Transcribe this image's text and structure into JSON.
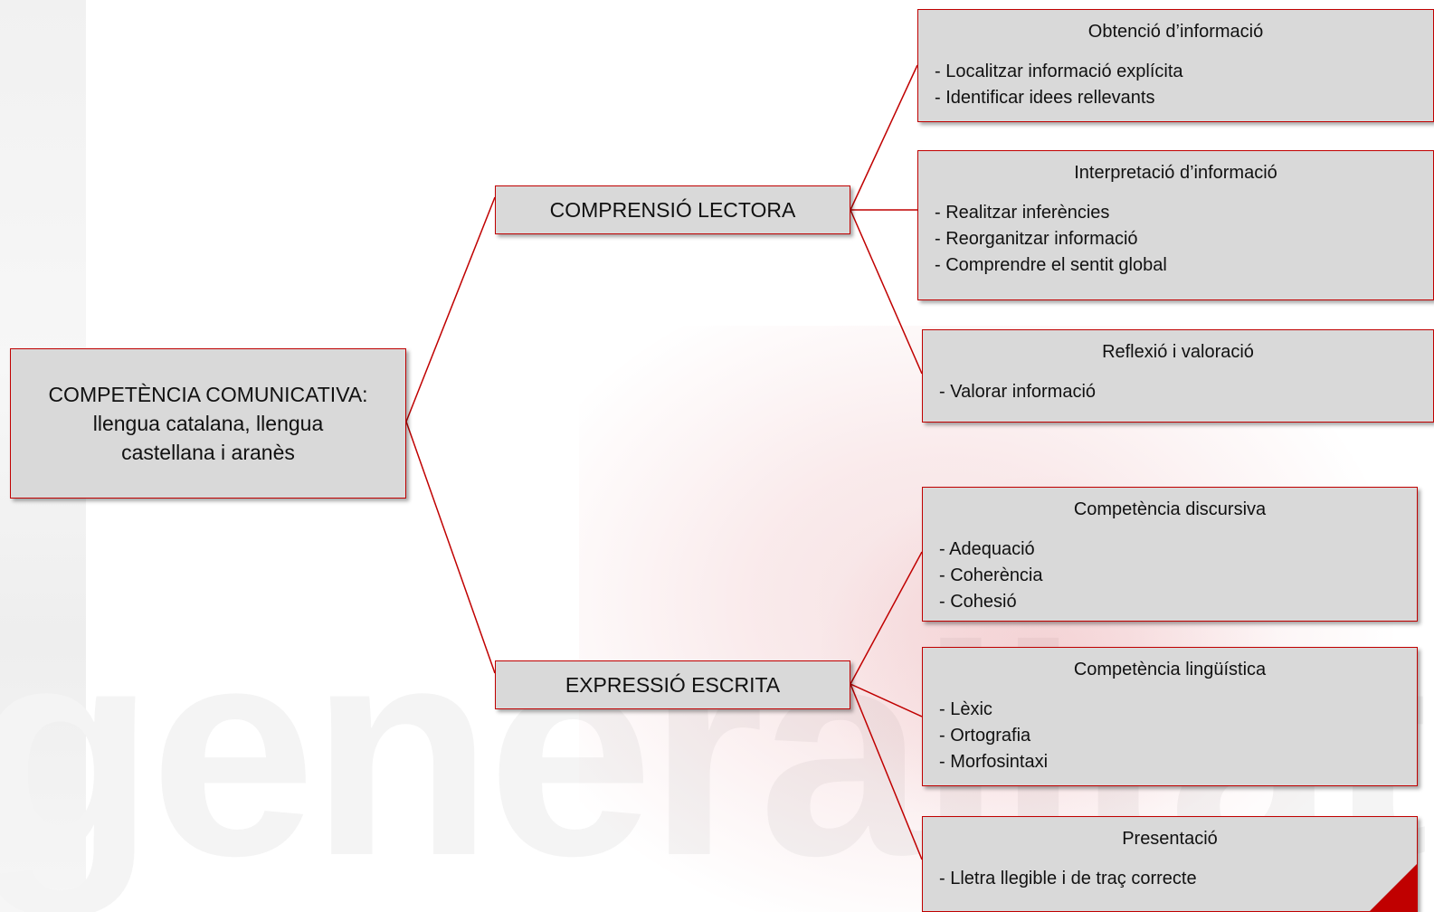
{
  "root": {
    "label": "COMPETÈNCIA COMUNICATIVA: llengua catalana, llengua castellana i aranès"
  },
  "branches": [
    {
      "label": "COMPRENSIÓ LECTORA",
      "children": [
        {
          "title": "Obtenció d’informació",
          "items": [
            "- Localitzar informació explícita",
            "- Identificar idees rellevants"
          ]
        },
        {
          "title": "Interpretació d’informació",
          "items": [
            "- Realitzar inferències",
            "- Reorganitzar informació",
            "- Comprendre el sentit global"
          ]
        },
        {
          "title": "Reflexió i valoració",
          "items": [
            "- Valorar informació"
          ]
        }
      ]
    },
    {
      "label": "EXPRESSIÓ ESCRITA",
      "children": [
        {
          "title": "Competència discursiva",
          "items": [
            "- Adequació",
            "- Coherència",
            "- Cohesió"
          ]
        },
        {
          "title": "Competència lingüística",
          "items": [
            "- Lèxic",
            "- Ortografia",
            "- Morfosintaxi"
          ]
        },
        {
          "title": "Presentació",
          "items": [
            "- Lletra llegible i de traç correcte"
          ]
        }
      ]
    }
  ],
  "colors": {
    "border": "#c00000",
    "box_fill": "#d9d9d9",
    "connector": "#c00000"
  },
  "background": {
    "watermark_text": "generalitat"
  }
}
